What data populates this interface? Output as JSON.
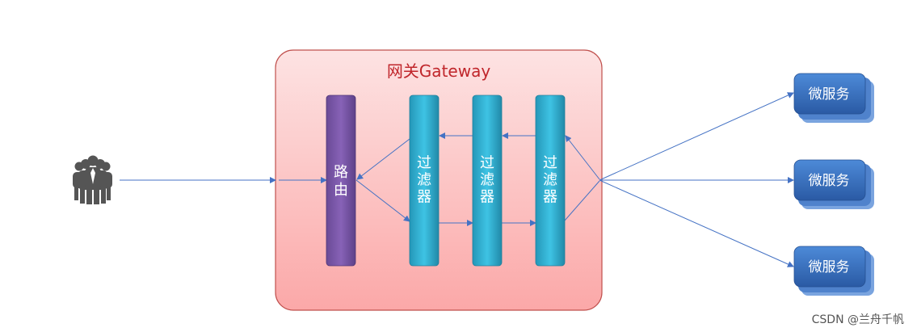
{
  "gateway": {
    "title": "网关Gateway"
  },
  "client": {
    "icon": "users-group-icon"
  },
  "route": {
    "label": "路由"
  },
  "filters": [
    {
      "label": "过滤器"
    },
    {
      "label": "过滤器"
    },
    {
      "label": "过滤器"
    }
  ],
  "microservices": [
    {
      "label": "微服务"
    },
    {
      "label": "微服务"
    },
    {
      "label": "微服务"
    }
  ],
  "watermark": "CSDN @兰舟千帆",
  "colors": {
    "gateway_fill": "#fdd7d8",
    "gateway_border": "#c0504d",
    "route_fill": "#7a58a8",
    "filter_fill": "#31aed1",
    "service_fill": "#2f63b0",
    "arrow": "#4472c4",
    "title": "#c0262b"
  }
}
